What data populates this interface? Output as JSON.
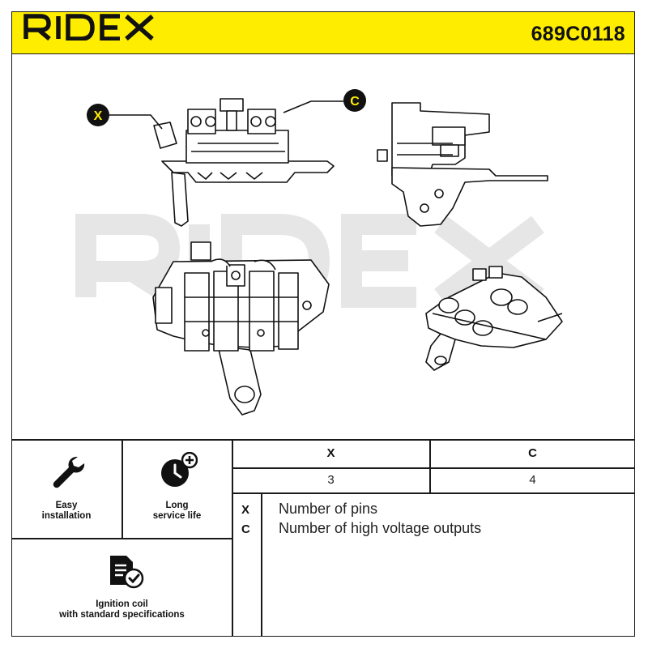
{
  "header": {
    "brand": "RIDEX",
    "part_number": "689C0118",
    "background": "#ffed00"
  },
  "drawing": {
    "watermark": "RIDEX",
    "callouts": [
      {
        "label": "X"
      },
      {
        "label": "C"
      }
    ]
  },
  "features": [
    {
      "icon": "wrench-icon",
      "label_lines": [
        "Easy",
        "installation"
      ]
    },
    {
      "icon": "clock-plus-icon",
      "label_lines": [
        "Long",
        "service life"
      ]
    },
    {
      "icon": "document-check-icon",
      "label_lines": [
        "Ignition coil",
        "with standard specifications"
      ]
    }
  ],
  "spec_table": {
    "headers": [
      "X",
      "C"
    ],
    "values": [
      "3",
      "4"
    ]
  },
  "legend": [
    {
      "key": "X",
      "text": "Number of pins"
    },
    {
      "key": "C",
      "text": "Number of high voltage outputs"
    }
  ]
}
